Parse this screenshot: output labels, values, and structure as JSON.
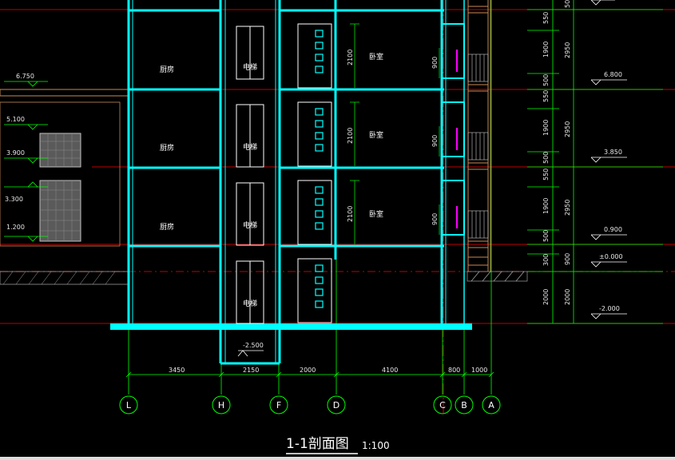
{
  "drawing": {
    "title": "1-1剖面图",
    "scale": "1:100"
  },
  "colors": {
    "background": "#000000",
    "wall": "#00ffff",
    "axis": "#00ff00",
    "dimension": "#00ff00",
    "centerline": "#ff0000",
    "text": "#ffffff",
    "facade": "#c98a55",
    "accent": "#ff00ff"
  },
  "rooms": {
    "kitchen": [
      "厨房",
      "厨房",
      "厨房"
    ],
    "elevator": [
      "电梯",
      "电梯",
      "电梯",
      "电梯"
    ],
    "bedroom": [
      "卧室",
      "卧室",
      "卧室"
    ]
  },
  "interior_dims": {
    "door_height": [
      "2100",
      "2100",
      "2100"
    ],
    "window_sill": [
      "900",
      "900",
      "900"
    ]
  },
  "pit_level": "-2.500",
  "bottom_dims": [
    "3450",
    "2150",
    "2000",
    "4100",
    "800",
    "1000"
  ],
  "axes": [
    "L",
    "H",
    "F",
    "D",
    "C",
    "B",
    "A"
  ],
  "right_dims_inner": [
    "550",
    "1900",
    "500",
    "550",
    "1900",
    "500",
    "550",
    "1900",
    "500",
    "300",
    "2000"
  ],
  "right_dims_outer": [
    "500",
    "2950",
    "2950",
    "2950",
    "900",
    "2000"
  ],
  "right_elevations": [
    "6.800",
    "3.850",
    "0.900",
    "±0.000",
    "-2.000"
  ],
  "left_elevations": [
    "6.750",
    "5.100",
    "3.900",
    "3.300",
    "1.200"
  ]
}
